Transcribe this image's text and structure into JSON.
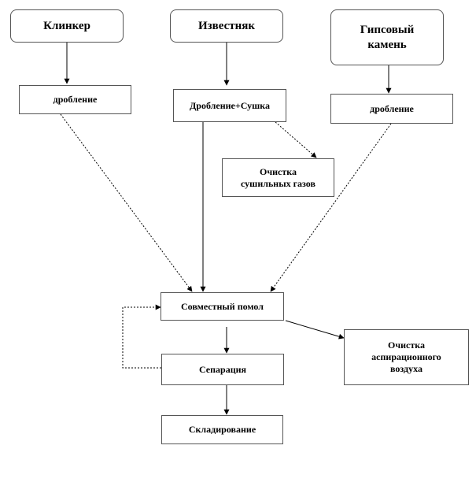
{
  "nodes": {
    "clinker": "Клинкер",
    "limestone": "Известняк",
    "gypsum": "Гипсовый\nкамень",
    "crush1": "дробление",
    "crush_dry": "Дробление+Сушка",
    "crush3": "дробление",
    "dry_gas_cleaning": "Очистка\nсушильных  газов",
    "joint_grinding": "Совместный помол",
    "aspiration_cleaning": "Очистка\nаспирационного\nвоздуха",
    "separation": "Сепарация",
    "storage": "Складирование"
  }
}
